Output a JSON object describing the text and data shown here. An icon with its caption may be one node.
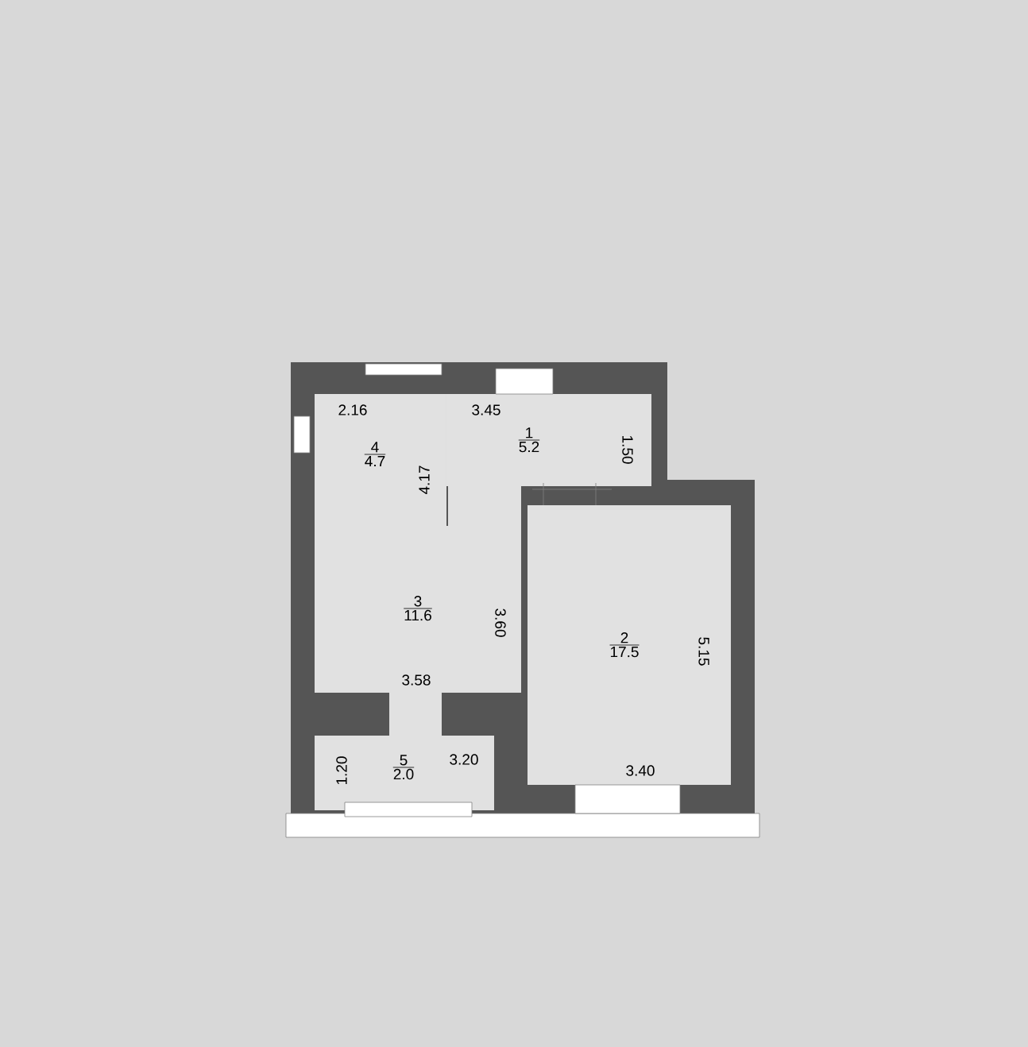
{
  "diagram": {
    "nodes": [
      {
        "text": [
          "4",
          "4.7"
        ]
      },
      {
        "text": [
          "1",
          "5.2"
        ]
      },
      {
        "text": [
          "3",
          "11.6"
        ]
      },
      {
        "text": [
          "2",
          "17.5"
        ]
      },
      {
        "text": [
          "5",
          "2.0"
        ]
      }
    ],
    "labels": [
      "2.16",
      "3.45",
      "1.50",
      "4.17",
      "3.60",
      "5.15",
      "3.58",
      "3.20",
      "1.20",
      "3.40"
    ]
  }
}
